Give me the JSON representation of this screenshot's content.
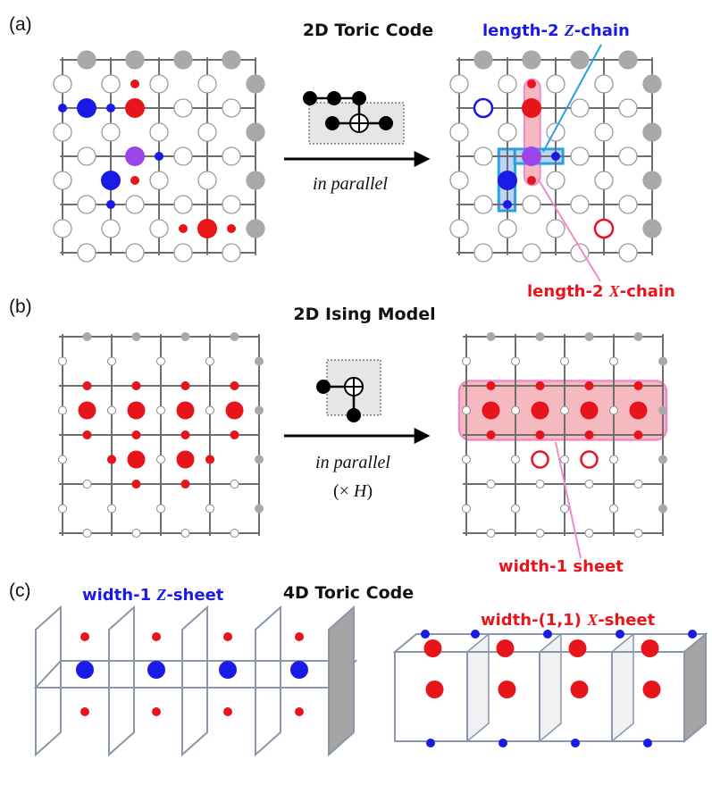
{
  "panels": {
    "a": {
      "label": "(a)",
      "title": "2D Toric Code",
      "arrow_caption": "in parallel",
      "z_chain_label": {
        "prefix": "length-2 ",
        "var": "Z",
        "suffix": "-chain"
      },
      "x_chain_label": {
        "prefix": "length-2 ",
        "var": "X",
        "suffix": "-chain"
      }
    },
    "b": {
      "label": "(b)",
      "title": "2D Ising Model",
      "arrow_caption": "in parallel",
      "arrow_caption2": {
        "prefix": "(× ",
        "var": "H",
        "suffix": ")"
      },
      "sheet_label": "width-1 sheet"
    },
    "c": {
      "label": "(c)",
      "title": "4D Toric Code",
      "z_sheet_label": {
        "prefix": "width-1 ",
        "var": "Z",
        "suffix": "-sheet"
      },
      "x_sheet_label": {
        "prefix": "width-(1,1) ",
        "var": "X",
        "suffix": "-sheet"
      }
    }
  },
  "colors": {
    "red": "#e8141b",
    "blue": "#1a1ae6",
    "purple": "#9b45e8",
    "grid": "#6e6e6e",
    "boundary_qubit": "#a9a9a9",
    "highlight_pink": "#f5a8b0",
    "highlight_blue": "#2aa0e0"
  }
}
